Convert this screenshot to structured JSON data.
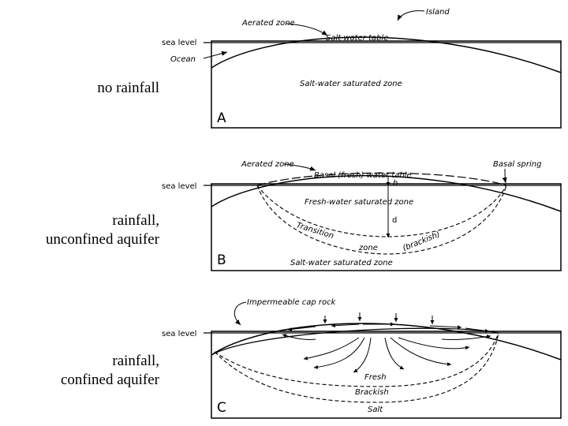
{
  "side_labels": {
    "a": "no rainfall",
    "b_line1": "rainfall,",
    "b_line2": "unconfined aquifer",
    "c_line1": "rainfall,",
    "c_line2": "confined aquifer"
  },
  "panel_a": {
    "letter": "A",
    "aerated_zone": "Aerated zone",
    "island": "Island",
    "salt_water_table": "Salt water table",
    "sea_level": "sea level",
    "ocean": "Ocean",
    "saturated_zone": "Salt-water saturated zone"
  },
  "panel_b": {
    "letter": "B",
    "aerated_zone": "Aerated zone",
    "basal_water_table": "Basal (fresh) water table",
    "basal_spring": "Basal spring",
    "sea_level": "sea level",
    "h": "h",
    "fresh_zone": "Fresh-water saturated zone",
    "d": "d",
    "transition": "Transition",
    "zone": "zone",
    "brackish": "(brackish)",
    "salt_zone": "Salt-water saturated zone"
  },
  "panel_c": {
    "letter": "C",
    "cap_rock": "Impermeable cap rock",
    "sea_level": "sea level",
    "fresh": "Fresh",
    "brackish": "Brackish",
    "salt": "Salt"
  }
}
